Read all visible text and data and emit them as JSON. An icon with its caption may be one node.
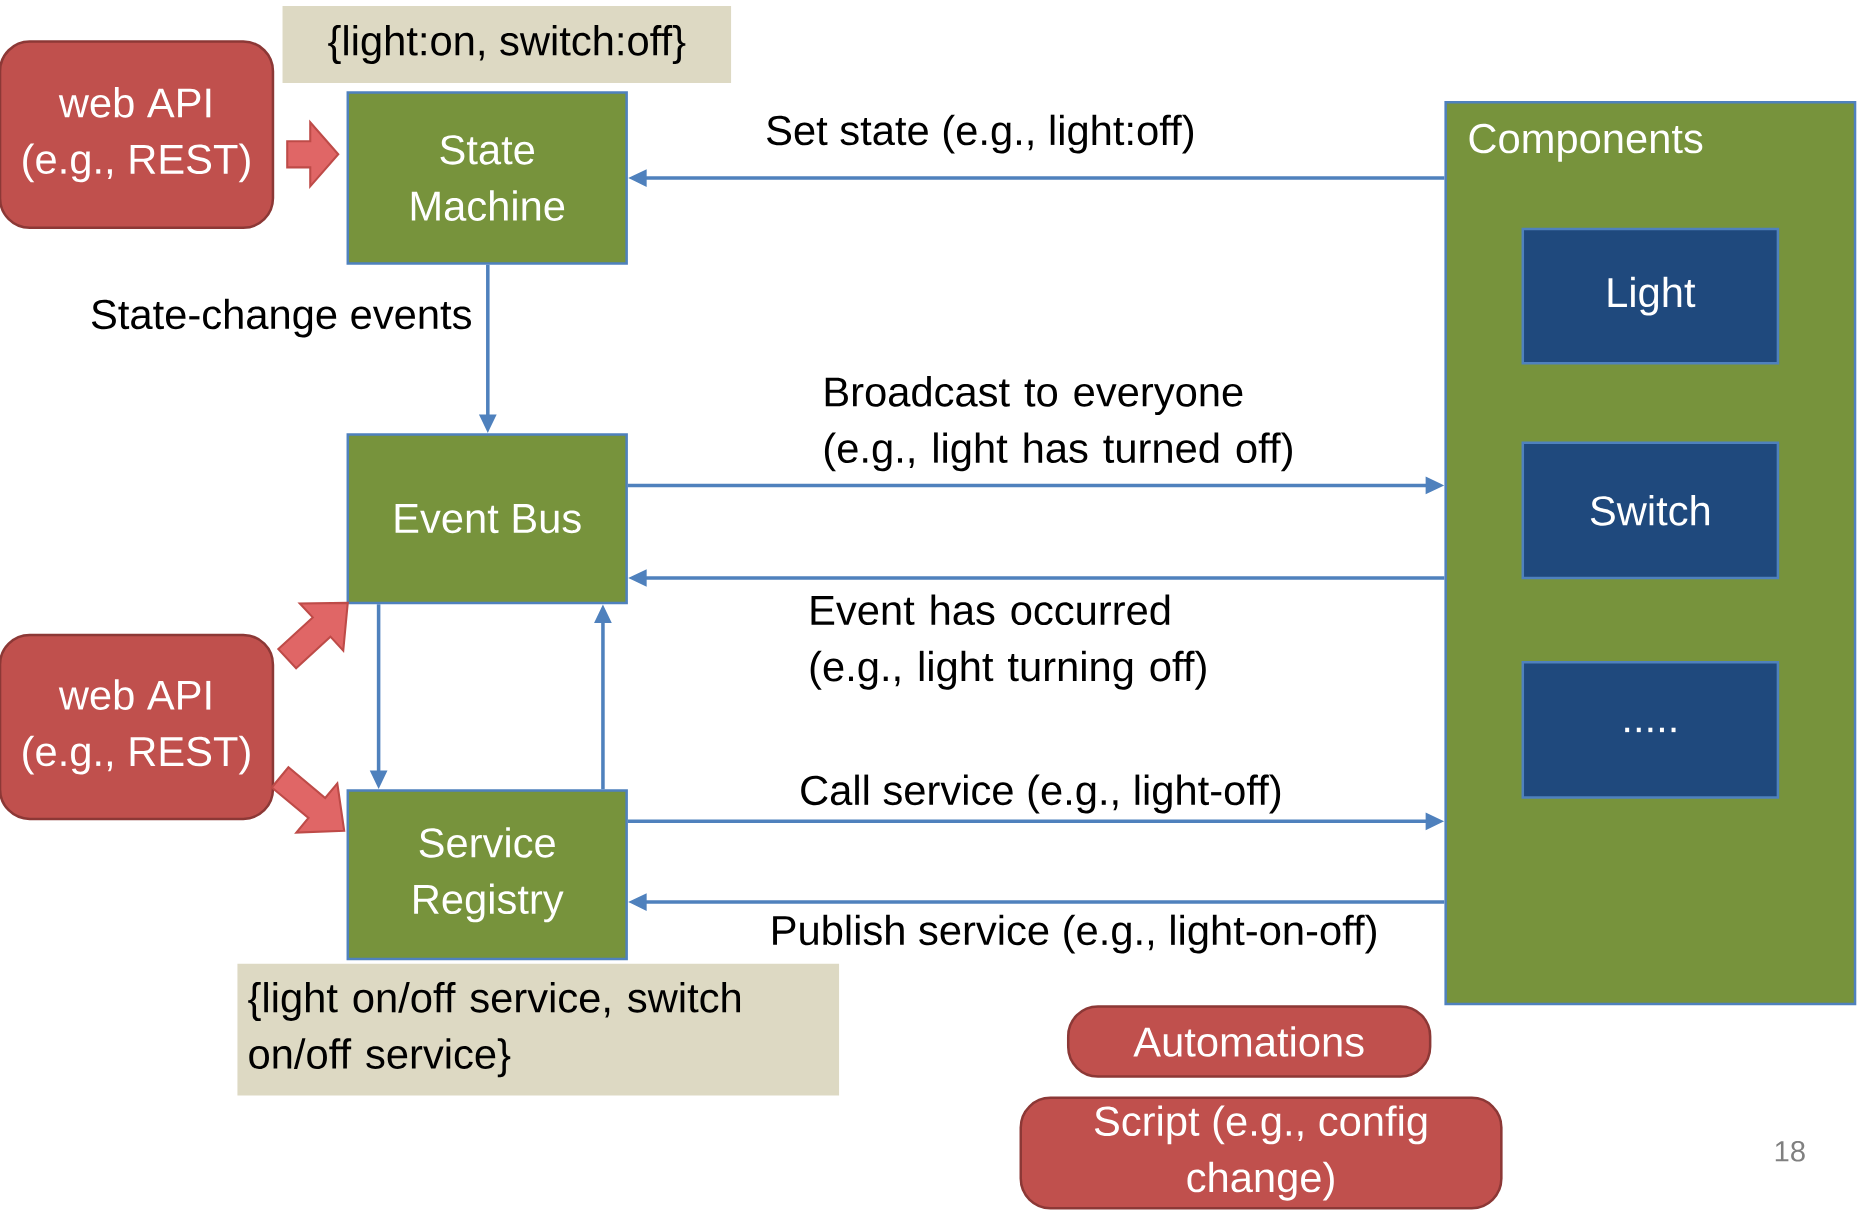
{
  "diagram": {
    "nodes": [
      {
        "text": [
          "web API (e.g., REST)"
        ]
      },
      {
        "text": [
          "{light:on, switch:off}"
        ]
      },
      {
        "text": [
          "State Machine"
        ]
      },
      {
        "text": [
          "Components"
        ]
      },
      {
        "text": [
          "Light"
        ],
        "in": 3
      },
      {
        "text": [
          "Switch"
        ],
        "in": 3
      },
      {
        "text": [
          "....."
        ],
        "in": 3
      },
      {
        "text": [
          "Event Bus"
        ]
      },
      {
        "text": [
          "web API (e.g., REST)"
        ]
      },
      {
        "text": [
          "Service Registry"
        ]
      },
      {
        "text": [
          "{light on/off service, switch on/off service}"
        ]
      },
      {
        "text": [
          "Automations"
        ]
      },
      {
        "text": [
          "Script (e.g., config change)"
        ]
      }
    ],
    "edges": [
      {
        "from": 0,
        "to": 2,
        "arrow": "to",
        "style": "thick",
        "color": "#e06666"
      },
      {
        "from": 3,
        "to": 2,
        "arrow": "to",
        "label": "Set state (e.g., light:off)"
      },
      {
        "from": 2,
        "to": 7,
        "arrow": "to",
        "label": "State-change events"
      },
      {
        "from": 7,
        "to": 3,
        "arrow": "to",
        "label": "Broadcast to everyone (e.g., light has turned off)"
      },
      {
        "from": 3,
        "to": 7,
        "arrow": "to",
        "label": "Event has occurred (e.g., light turning off)"
      },
      {
        "from": 8,
        "to": 7,
        "arrow": "to",
        "style": "thick",
        "color": "#e06666"
      },
      {
        "from": 7,
        "to": 9,
        "arrow": "to"
      },
      {
        "from": 9,
        "to": 7,
        "arrow": "to"
      },
      {
        "from": 8,
        "to": 9,
        "arrow": "to",
        "style": "thick",
        "color": "#e06666"
      },
      {
        "from": 9,
        "to": 3,
        "arrow": "to",
        "label": "Call service (e.g., light-off)"
      },
      {
        "from": 3,
        "to": 9,
        "arrow": "to",
        "label": "Publish service (e.g., light-on-off)"
      }
    ],
    "labels": [
      "18"
    ]
  }
}
